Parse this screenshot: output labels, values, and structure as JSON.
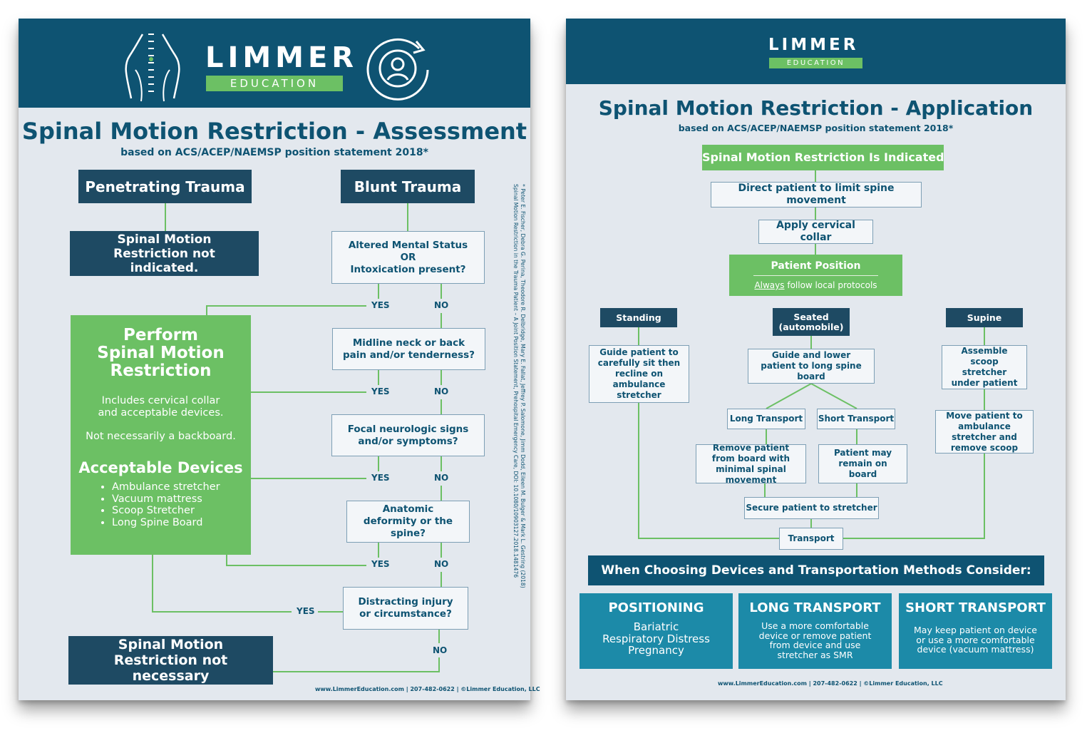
{
  "assessment": {
    "logo": {
      "word": "LIMMER",
      "sub": "EDUCATION"
    },
    "title": "Spinal Motion Restriction - Assessment",
    "subtitle": "based on ACS/ACEP/NAEMSP position statement 2018*",
    "penetrating": "Penetrating Trauma",
    "blunt": "Blunt Trauma",
    "not_indicated": "Spinal Motion Restriction not indicated.",
    "questions": [
      "Altered Mental Status\nOR\nIntoxication present?",
      "Midline neck or back pain and/or tenderness?",
      "Focal neurologic signs and/or symptoms?",
      "Anatomic deformity or the spine?",
      "Distracting injury or circumstance?"
    ],
    "yes": "YES",
    "no": "NO",
    "perform": {
      "heading": "Perform Spinal Motion Restriction",
      "includes": "Includes cervical collar and acceptable devices.",
      "not_backboard": "Not necessarily a backboard.",
      "devices_heading": "Acceptable Devices",
      "devices": [
        "Ambulance stretcher",
        "Vacuum mattress",
        "Scoop Stretcher",
        "Long Spine Board"
      ]
    },
    "not_necessary": "Spinal Motion Restriction not necessary",
    "citation": "* Peter E. Fischer, Debra G. Perina, Theodore R. Delbridge, Mary E. Fallat, Jeffrey P. Salomone, Jimm Dodd, Eileen M. Bulger & Mark L. Gestring (2018) Spinal Motion Restriction in the Trauma Patient – A Joint Position Statement, Prehospital Emergency Care, DOI: 10.1080/10903127.2018.1481476",
    "footer": "www.LimmerEducation.com | 207-482-0622 | ©Limmer Education, LLC"
  },
  "application": {
    "logo": {
      "word": "LIMMER",
      "sub": "EDUCATION"
    },
    "title": "Spinal Motion Restriction - Application",
    "subtitle": "based on ACS/ACEP/NAEMSP position statement 2018*",
    "indicated": "Spinal Motion Restriction Is Indicated",
    "direct": "Direct patient to limit spine movement",
    "collar": "Apply cervical collar",
    "position_title": "Patient Position",
    "position_always": "Always",
    "position_rest": " follow local protocols",
    "standing": "Standing",
    "seated": "Seated\n(automobile)",
    "supine": "Supine",
    "standing_step": "Guide patient to carefully sit then recline on ambulance stretcher",
    "seated_step": "Guide and lower patient to long spine board",
    "long_transport": "Long Transport",
    "short_transport": "Short Transport",
    "remove_board": "Remove patient from board with minimal spinal movement",
    "remain_board": "Patient may remain on board",
    "secure": "Secure patient to stretcher",
    "transport": "Transport",
    "supine_step1": "Assemble scoop stretcher under patient",
    "supine_step2": "Move patient to ambulance stretcher and remove scoop",
    "consider": "When Choosing Devices and Transportation Methods Consider:",
    "cards": [
      {
        "title": "POSITIONING",
        "body": "Bariatric\nRespiratory Distress\nPregnancy"
      },
      {
        "title": "LONG TRANSPORT",
        "body": "Use a more comfortable device or remove patient from device and use stretcher as SMR"
      },
      {
        "title": "SHORT TRANSPORT",
        "body": "May keep patient on device or use a more comfortable device (vacuum mattress)"
      }
    ],
    "footer": "www.LimmerEducation.com | 207-482-0622 | ©Limmer Education, LLC"
  },
  "colors": {
    "navy": "#0e5372",
    "dark": "#1e4a63",
    "green": "#6cc064",
    "teal": "#1c8aa8",
    "sheet": "#e3e8ee"
  }
}
